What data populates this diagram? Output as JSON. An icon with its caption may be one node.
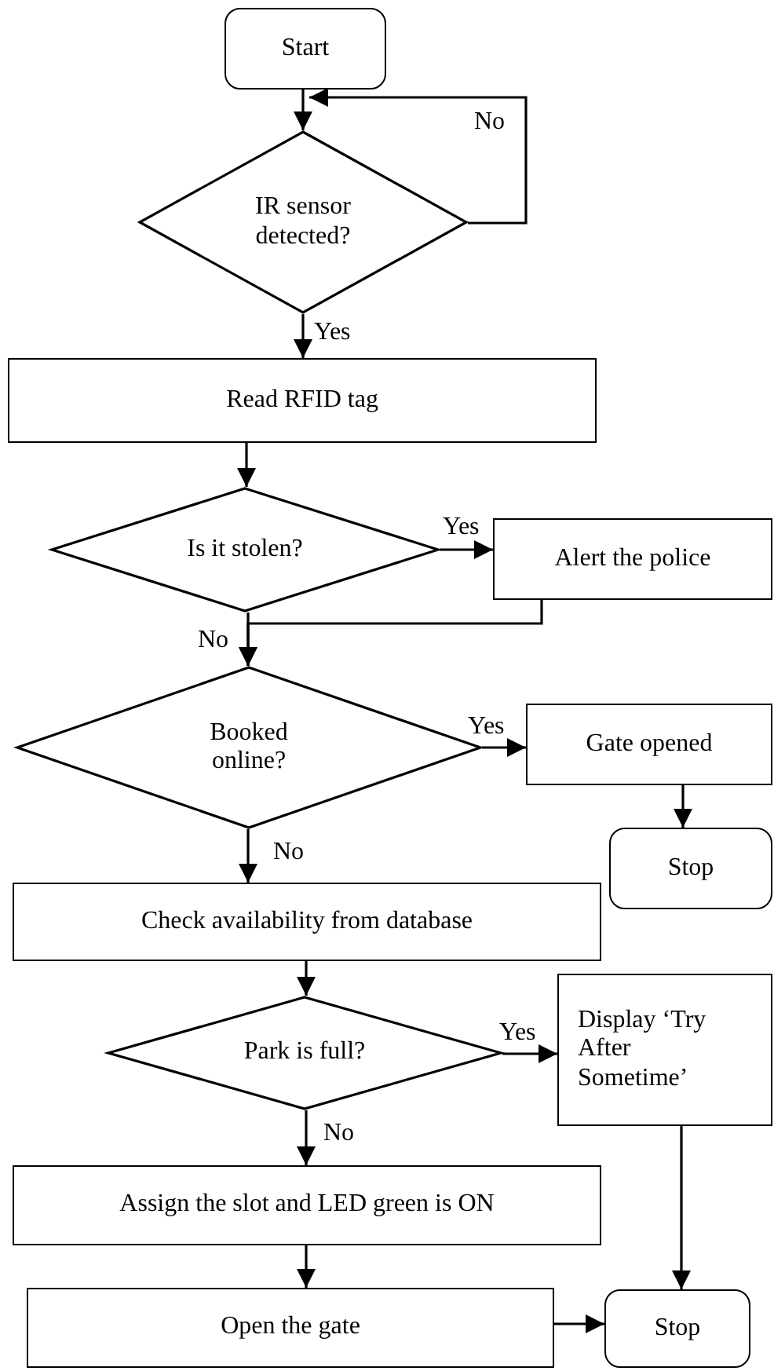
{
  "diagram": {
    "nodes": [
      {
        "text": [
          "Start"
        ]
      },
      {
        "text": [
          "IR sensor detected?"
        ]
      },
      {
        "text": [
          "Read RFID tag"
        ]
      },
      {
        "text": [
          "Is it stolen?"
        ]
      },
      {
        "text": [
          "Alert the police"
        ]
      },
      {
        "text": [
          "Booked online?"
        ]
      },
      {
        "text": [
          "Gate opened"
        ]
      },
      {
        "text": [
          "Stop"
        ]
      },
      {
        "text": [
          "Check availability from database"
        ]
      },
      {
        "text": [
          "Park is full?"
        ]
      },
      {
        "text": [
          "Display ‘Try After Sometime’"
        ]
      },
      {
        "text": [
          "Assign the slot and LED green is ON"
        ]
      },
      {
        "text": [
          "Open the gate"
        ]
      },
      {
        "text": [
          "Stop"
        ]
      }
    ],
    "edges": [
      {
        "from": 0,
        "to": 1,
        "arrow": "to"
      },
      {
        "from": 1,
        "to": 1,
        "label": "No",
        "arrow": "to"
      },
      {
        "from": 1,
        "to": 2,
        "label": "Yes",
        "arrow": "to"
      },
      {
        "from": 2,
        "to": 3,
        "arrow": "to"
      },
      {
        "from": 3,
        "to": 4,
        "label": "Yes",
        "arrow": "to"
      },
      {
        "from": 4,
        "to": 5,
        "arrow": "to"
      },
      {
        "from": 3,
        "to": 5,
        "label": "No",
        "arrow": "to"
      },
      {
        "from": 5,
        "to": 6,
        "label": "Yes",
        "arrow": "to"
      },
      {
        "from": 6,
        "to": 7,
        "arrow": "to"
      },
      {
        "from": 5,
        "to": 8,
        "label": "No",
        "arrow": "to"
      },
      {
        "from": 8,
        "to": 9,
        "arrow": "to"
      },
      {
        "from": 9,
        "to": 10,
        "label": "Yes",
        "arrow": "to"
      },
      {
        "from": 9,
        "to": 11,
        "label": "No",
        "arrow": "to"
      },
      {
        "from": 10,
        "to": 13,
        "arrow": "to"
      },
      {
        "from": 11,
        "to": 12,
        "arrow": "to"
      },
      {
        "from": 12,
        "to": 13,
        "arrow": "to"
      }
    ]
  }
}
